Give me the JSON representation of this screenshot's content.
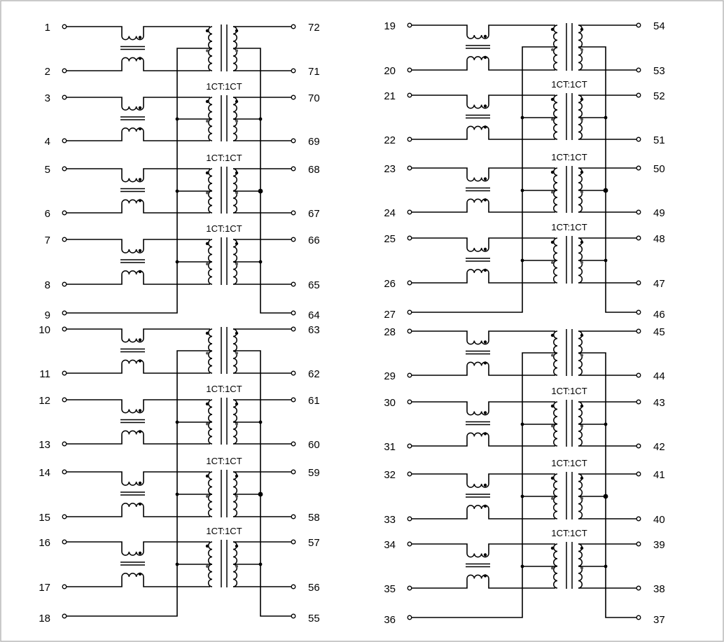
{
  "ratio_label": "1CT:1CT",
  "colors": {
    "line": "#000000",
    "frame": "#b8b8b8",
    "background": "#ffffff"
  },
  "groups": [
    {
      "left_channels": [
        {
          "top": "1",
          "bottom": "2",
          "ratio": false
        },
        {
          "top": "3",
          "bottom": "4",
          "ratio": true
        },
        {
          "top": "5",
          "bottom": "6",
          "ratio": true
        },
        {
          "top": "7",
          "bottom": "8",
          "ratio": true
        }
      ],
      "right_channels": [
        {
          "top": "72",
          "bottom": "71"
        },
        {
          "top": "70",
          "bottom": "69"
        },
        {
          "top": "68",
          "bottom": "67"
        },
        {
          "top": "66",
          "bottom": "65"
        }
      ],
      "common_left": "9",
      "common_right": "64"
    },
    {
      "left_channels": [
        {
          "top": "10",
          "bottom": "11",
          "ratio": false
        },
        {
          "top": "12",
          "bottom": "13",
          "ratio": true
        },
        {
          "top": "14",
          "bottom": "15",
          "ratio": true
        },
        {
          "top": "16",
          "bottom": "17",
          "ratio": true
        }
      ],
      "right_channels": [
        {
          "top": "63",
          "bottom": "62"
        },
        {
          "top": "61",
          "bottom": "60"
        },
        {
          "top": "59",
          "bottom": "58"
        },
        {
          "top": "57",
          "bottom": "56"
        }
      ],
      "common_left": "18",
      "common_right": "55"
    },
    {
      "left_channels": [
        {
          "top": "19",
          "bottom": "20",
          "ratio": false
        },
        {
          "top": "21",
          "bottom": "22",
          "ratio": true
        },
        {
          "top": "23",
          "bottom": "24",
          "ratio": true
        },
        {
          "top": "25",
          "bottom": "26",
          "ratio": true
        }
      ],
      "right_channels": [
        {
          "top": "54",
          "bottom": "53"
        },
        {
          "top": "52",
          "bottom": "51"
        },
        {
          "top": "50",
          "bottom": "49"
        },
        {
          "top": "48",
          "bottom": "47"
        }
      ],
      "common_left": "27",
      "common_right": "46"
    },
    {
      "left_channels": [
        {
          "top": "28",
          "bottom": "29",
          "ratio": false
        },
        {
          "top": "30",
          "bottom": "31",
          "ratio": true
        },
        {
          "top": "32",
          "bottom": "33",
          "ratio": true
        },
        {
          "top": "34",
          "bottom": "35",
          "ratio": true
        }
      ],
      "right_channels": [
        {
          "top": "45",
          "bottom": "44"
        },
        {
          "top": "43",
          "bottom": "42"
        },
        {
          "top": "41",
          "bottom": "40"
        },
        {
          "top": "39",
          "bottom": "38"
        }
      ],
      "common_left": "36",
      "common_right": "37"
    }
  ]
}
